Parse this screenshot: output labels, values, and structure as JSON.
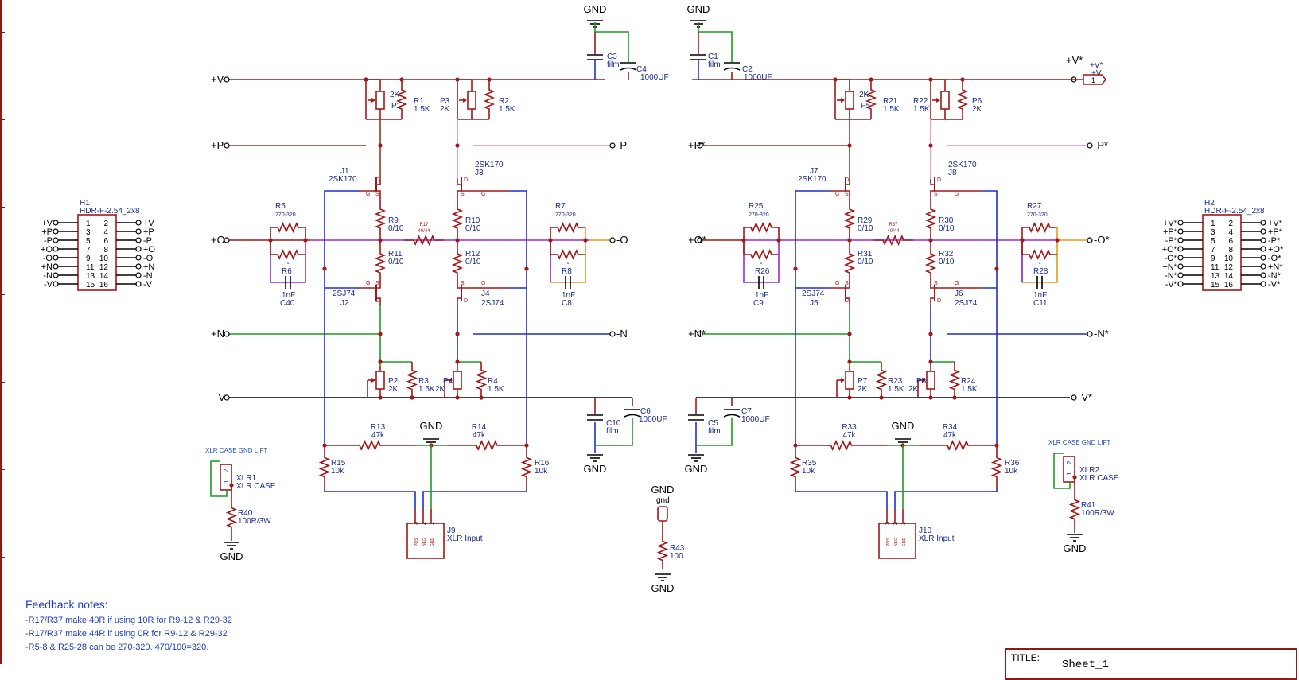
{
  "nets": {
    "gnd": "GND",
    "pos_v": "+V",
    "neg_v": "-V",
    "pos_p": "+P",
    "neg_p": "-P",
    "pos_o": "+O",
    "neg_o": "-O",
    "pos_n": "+N",
    "neg_n": "-N",
    "pos_v_s": "+V*",
    "neg_v_s": "-V*",
    "pos_p_s": "+P*",
    "neg_p_s": "-P*",
    "pos_o_s": "+O*",
    "neg_o_s": "-O*",
    "pos_n_s": "+N*",
    "neg_n_s": "-N*",
    "gnd_lower": "gnd",
    "port_1": "1"
  },
  "headers": {
    "h1": {
      "ref": "H1",
      "value": "HDR-F-2.54_2x8",
      "left_pins": [
        "1",
        "3",
        "5",
        "7",
        "9",
        "11",
        "13",
        "15"
      ],
      "right_pins": [
        "2",
        "4",
        "6",
        "8",
        "10",
        "12",
        "14",
        "16"
      ],
      "left_nets": [
        "+V",
        "+P",
        "-P",
        "+O",
        "-O",
        "+N",
        "-N",
        "-V"
      ],
      "right_nets": [
        "+V",
        "+P",
        "-P",
        "+O",
        "-O",
        "+N",
        "-N",
        "-V"
      ]
    },
    "h2": {
      "ref": "H2",
      "value": "HDR-F-2.54_2x8",
      "left_pins": [
        "1",
        "3",
        "5",
        "7",
        "9",
        "11",
        "13",
        "15"
      ],
      "right_pins": [
        "2",
        "4",
        "6",
        "8",
        "10",
        "12",
        "14",
        "16"
      ],
      "left_nets": [
        "+V*",
        "+P*",
        "-P*",
        "+O*",
        "-O*",
        "+N*",
        "-N*",
        "-V*"
      ],
      "right_nets": [
        "+V*",
        "+P*",
        "-P*",
        "+O*",
        "-O*",
        "+N*",
        "-N*",
        "-V*"
      ]
    }
  },
  "parts": {
    "p1": {
      "ref": "P1",
      "value": "2K"
    },
    "r1": {
      "ref": "R1",
      "value": "1.5K"
    },
    "p3": {
      "ref": "P3",
      "value": "2K"
    },
    "r2": {
      "ref": "R2",
      "value": "1.5K"
    },
    "c3": {
      "ref": "C3",
      "value": "film"
    },
    "c4": {
      "ref": "C4",
      "value": "1000UF"
    },
    "c1": {
      "ref": "C1",
      "value": "film"
    },
    "c2": {
      "ref": "C2",
      "value": "1000UF"
    },
    "r21": {
      "ref": "R21",
      "value": "1.5K"
    },
    "p5": {
      "ref": "P5",
      "value": "2K"
    },
    "r22": {
      "ref": "R22",
      "value": "1.5K"
    },
    "p6": {
      "ref": "P6",
      "value": "2K"
    },
    "j1": {
      "ref": "J1",
      "value": "2SK170"
    },
    "j3": {
      "ref": "J3",
      "value": "2SK170"
    },
    "j7": {
      "ref": "J7",
      "value": "2SK170"
    },
    "j8": {
      "ref": "J8",
      "value": "2SK170"
    },
    "r5": {
      "ref": "R5",
      "value": "270-320"
    },
    "r6": {
      "ref": "R6",
      "value": "-"
    },
    "c40": {
      "ref": "C40",
      "value": "1nF"
    },
    "r9": {
      "ref": "R9",
      "value": "0/10"
    },
    "r11": {
      "ref": "R11",
      "value": "0/10"
    },
    "r17": {
      "ref": "R17",
      "value": "40/44"
    },
    "r10": {
      "ref": "R10",
      "value": "0/10"
    },
    "r12": {
      "ref": "R12",
      "value": "0/10"
    },
    "r7": {
      "ref": "R7",
      "value": "270-320"
    },
    "r8": {
      "ref": "R8",
      "value": "-"
    },
    "c8": {
      "ref": "C8",
      "value": "1nF"
    },
    "r25": {
      "ref": "R25",
      "value": "270-320"
    },
    "r26": {
      "ref": "R26",
      "value": "-"
    },
    "c9": {
      "ref": "C9",
      "value": "1nF"
    },
    "r29": {
      "ref": "R29",
      "value": "0/10"
    },
    "r31": {
      "ref": "R31",
      "value": "0/10"
    },
    "r37": {
      "ref": "R37",
      "value": "40/44"
    },
    "r30": {
      "ref": "R30",
      "value": "0/10"
    },
    "r32": {
      "ref": "R32",
      "value": "0/10"
    },
    "r27": {
      "ref": "R27",
      "value": "270-320"
    },
    "r28": {
      "ref": "R28",
      "value": "-"
    },
    "c11": {
      "ref": "C11",
      "value": "1nF"
    },
    "j2": {
      "ref": "J2",
      "value": "2SJ74"
    },
    "j4": {
      "ref": "J4",
      "value": "2SJ74"
    },
    "j5": {
      "ref": "J5",
      "value": "2SJ74"
    },
    "j6": {
      "ref": "J6",
      "value": "2SJ74"
    },
    "p2": {
      "ref": "P2",
      "value": "2K"
    },
    "r3": {
      "ref": "R3",
      "value": "1.5K"
    },
    "p4": {
      "ref": "P4",
      "value": "2K"
    },
    "r4": {
      "ref": "R4",
      "value": "1.5K"
    },
    "p7": {
      "ref": "P7",
      "value": "2K"
    },
    "r23": {
      "ref": "R23",
      "value": "1.5K"
    },
    "p8": {
      "ref": "P8",
      "value": "2K"
    },
    "r24": {
      "ref": "R24",
      "value": "1.5K"
    },
    "c10": {
      "ref": "C10",
      "value": "film"
    },
    "c6": {
      "ref": "C6",
      "value": "1000UF"
    },
    "c5": {
      "ref": "C5",
      "value": "film"
    },
    "c7": {
      "ref": "C7",
      "value": "1000UF"
    },
    "r13": {
      "ref": "R13",
      "value": "47k"
    },
    "r14": {
      "ref": "R14",
      "value": "47k"
    },
    "r15": {
      "ref": "R15",
      "value": "10k"
    },
    "r16": {
      "ref": "R16",
      "value": "10k"
    },
    "r33": {
      "ref": "R33",
      "value": "47k"
    },
    "r34": {
      "ref": "R34",
      "value": "47k"
    },
    "r35": {
      "ref": "R35",
      "value": "10k"
    },
    "r36": {
      "ref": "R36",
      "value": "10k"
    },
    "j9": {
      "ref": "J9",
      "value": "XLR Input"
    },
    "j10": {
      "ref": "J10",
      "value": "XLR Input"
    },
    "xlr1": {
      "ref": "XLR1",
      "value": "XLR CASE"
    },
    "xlr2": {
      "ref": "XLR2",
      "value": "XLR CASE"
    },
    "r40": {
      "ref": "R40",
      "value": "100R/3W"
    },
    "r41": {
      "ref": "R41",
      "value": "100R/3W"
    },
    "r43": {
      "ref": "R43",
      "value": "100"
    }
  },
  "pin_labels": {
    "d": "D",
    "g": "G",
    "s": "S",
    "pos": "POS",
    "neg": "NEG",
    "gnd": "GND",
    "one": "1",
    "two": "2",
    "three": "3"
  },
  "annotations": {
    "xlr_lift_1": "XLR CASE GND LIFT",
    "xlr_lift_2": "XLR CASE GND LIFT"
  },
  "notes": {
    "title": "Feedback notes:",
    "lines": [
      "-R17/R37 make 40R if using 10R for R9-12 & R29-32",
      "-R17/R37 make 44R if using 0R for R9-12 & R29-32",
      "-R5-8 & R25-28 can be 270-320. 470/100=320."
    ]
  },
  "title_block": {
    "label": "TITLE:",
    "value": "Sheet_1"
  },
  "colors": {
    "red": "#a01818",
    "blue": "#1f2fd0",
    "green": "#1f9a1f",
    "black": "#000000",
    "purple": "#9a2ad6",
    "pink": "#d88ad8",
    "orange": "#e59a1a",
    "brown": "#8b3a2a",
    "label_blue": "#1a2a8c"
  }
}
